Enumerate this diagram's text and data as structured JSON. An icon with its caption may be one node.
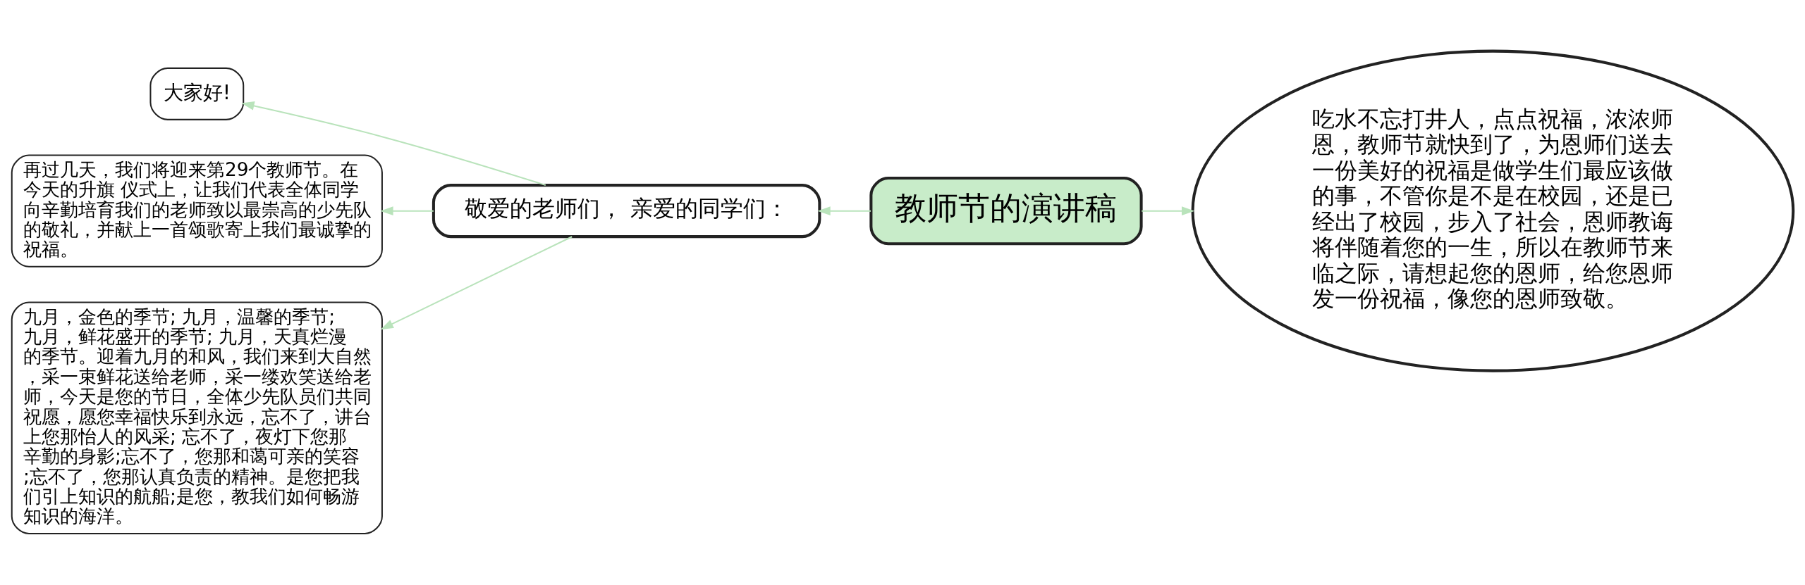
{
  "diagram": {
    "nodes": [
      {
        "text": [
          "教师节的演讲稿"
        ]
      },
      {
        "text": [
          "敬爱的老师们， 亲爱的同学们："
        ]
      },
      {
        "text": [
          "大家好!"
        ]
      },
      {
        "text": [
          "再过几天，我们将迎来第29个教师节。在今天的升旗 仪式上，让我们代表全体同学向辛勤培育我们的老师致以最崇高的少先队的敬礼，并献上一首颂歌寄上我们最诚挚的祝福。"
        ]
      },
      {
        "text": [
          "九月，金色的季节; 九月，温馨的季节; 九月，鲜花盛开的季节; 九月，天真烂漫的季节。迎着九月的和风，我们来到大自然，采一束鲜花送给老师，采一缕欢笑送给老师，今天是您的节日，全体少先队员们共同祝愿，愿您幸福快乐到永远，忘不了，讲台上您那怡人的风采; 忘不了，夜灯下您那辛勤的身影;忘不了，您那和蔼可亲的笑容;忘不了，您那认真负责的精神。是您把我们引上知识的航船;是您，教我们如何畅游知识的海洋。"
        ]
      },
      {
        "text": [
          "吃水不忘打井人，点点祝福，浓浓师恩，教师节就快到了，为恩师们送去一份美好的祝福是做学生们最应该做的事，不管你是不是在校园，还是已经出了校园，步入了社会，恩师教诲将伴随着您的一生，所以在教师节来临之际，请想起您的恩师，给您恩师发一份祝福，像您的恩师致敬。"
        ]
      }
    ],
    "edges": [
      {
        "from": 0,
        "to": 1,
        "arrow": "to"
      },
      {
        "from": 1,
        "to": 2,
        "arrow": "to"
      },
      {
        "from": 1,
        "to": 3,
        "arrow": "to"
      },
      {
        "from": 1,
        "to": 4,
        "arrow": "to"
      },
      {
        "from": 0,
        "to": 5,
        "arrow": "to"
      }
    ]
  }
}
